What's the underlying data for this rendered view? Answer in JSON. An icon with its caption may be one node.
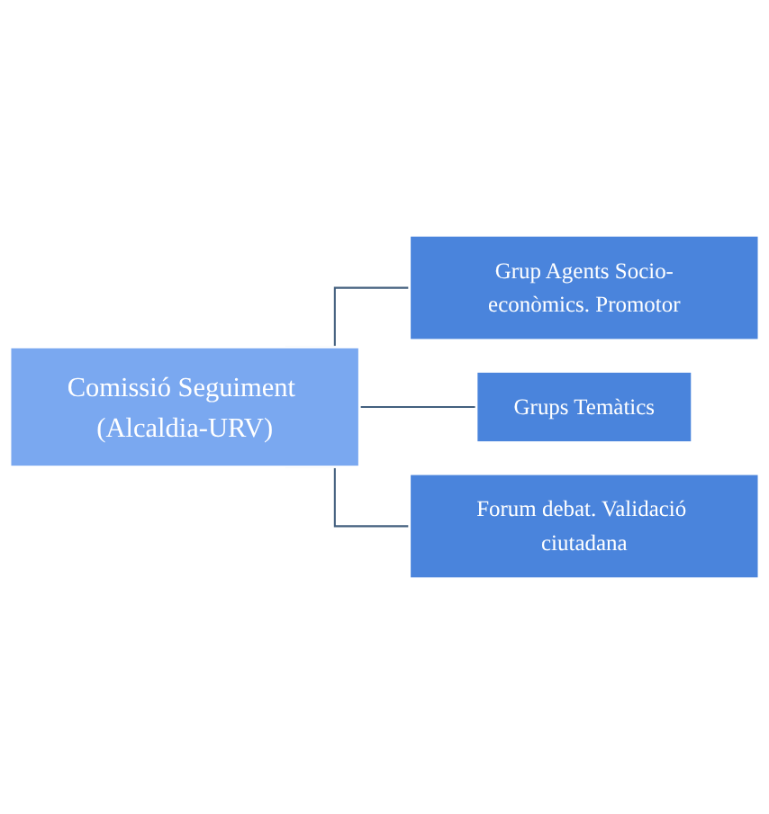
{
  "diagram": {
    "nodes": [
      {
        "text": [
          "Comissió Seguiment (Alcaldia-URV)"
        ]
      },
      {
        "text": [
          "Grup Agents Socio-econòmics. Promotor"
        ]
      },
      {
        "text": [
          "Grups Temàtics"
        ]
      },
      {
        "text": [
          "Forum debat. Validació ciutadana"
        ]
      }
    ],
    "edges": [
      {
        "from": 0,
        "to": 1,
        "arrow": "none"
      },
      {
        "from": 0,
        "to": 2,
        "arrow": "none"
      },
      {
        "from": 0,
        "to": 3,
        "arrow": "none"
      }
    ]
  }
}
